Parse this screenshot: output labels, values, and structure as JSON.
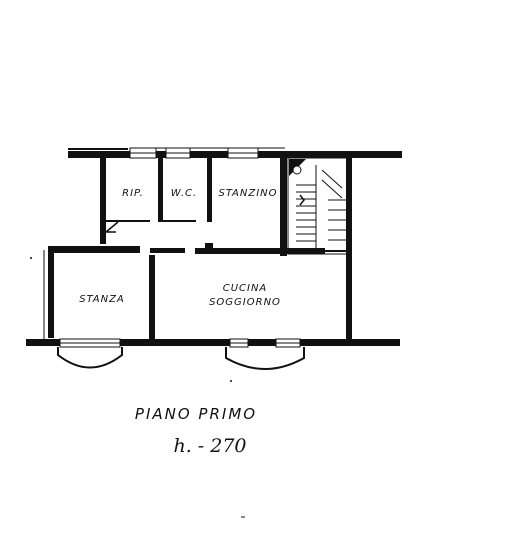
{
  "rooms": {
    "rip": "RIP.",
    "wc": "W.C.",
    "stanzino": "STANZINO",
    "stanza": "STANZA",
    "cucina_line1": "CUCINA",
    "cucina_line2": "SOGGIORNO"
  },
  "caption": {
    "title": "PIANO PRIMO",
    "height": "h. - 270"
  }
}
